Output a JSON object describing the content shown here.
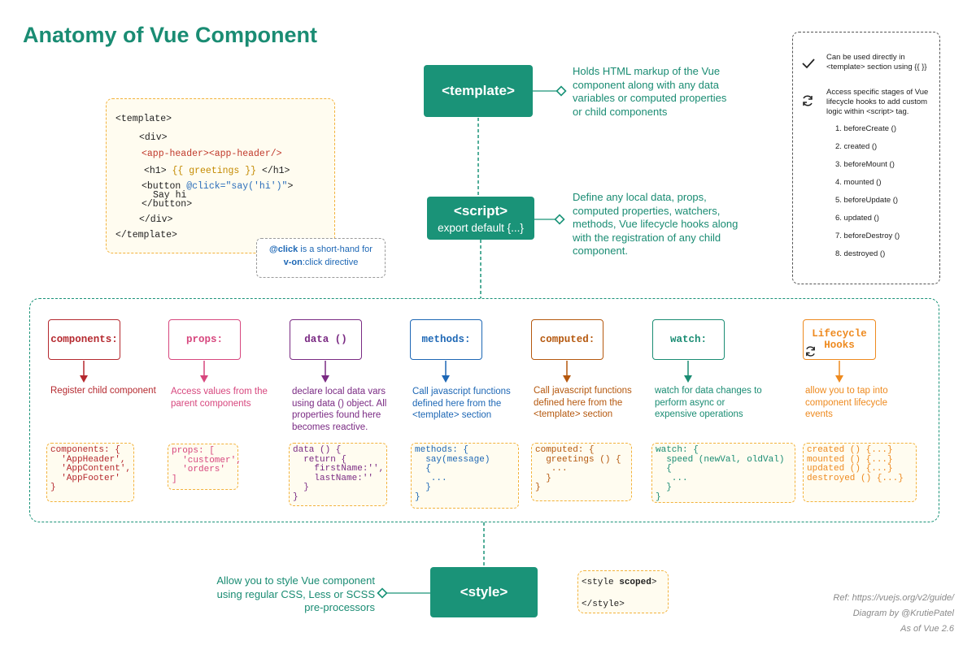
{
  "title": "Anatomy of Vue Component",
  "template_node": {
    "label": "<template>",
    "description": "Holds HTML markup of the Vue component  along with any data variables or computed properties or child components"
  },
  "script_node": {
    "label": "<script>",
    "sublabel": "export default {...}",
    "description": "Define any local data, props, computed properties, watchers, methods, Vue lifecycle hooks along with the registration of any child component."
  },
  "style_node": {
    "label": "<style>",
    "description": "Allow you to style Vue component using regular CSS, Less or SCSS pre-processors"
  },
  "template_code": {
    "l1": "<template>",
    "l2": "<div>",
    "l3": "<app-header><app-header/>",
    "l4a": "<h1> ",
    "l4b": "{{ greetings }}",
    "l4c": " </h1>",
    "l5a": "<button ",
    "l5b": "@click=\"say('hi')\"",
    "l5c": ">",
    "l6": "Say hi",
    "l7": "</button>",
    "l8": "</div>",
    "l9": "</template>"
  },
  "callout": {
    "prefix": "@click",
    "line1_rest": " is a short-hand for",
    "directive": "v-on",
    "line2_rest": ":click directive"
  },
  "legend": {
    "check_text": "Can be used directly in <template> section using {{ }}",
    "lifecycle_text": "Access specific stages of Vue lifecycle hooks to add custom logic within <script> tag.",
    "hooks": [
      "1. beforeCreate ()",
      "2. created ()",
      "3. beforeMount ()",
      "4. mounted ()",
      "5. beforeUpdate ()",
      "6. updated ()",
      "7. beforeDestroy ()",
      "8. destroyed ()"
    ]
  },
  "options": [
    {
      "label": "components:",
      "color": "#b5292f",
      "description": "Register child component",
      "code": "components: {\n  'AppHeader',\n  'AppContent',\n  'AppFooter'\n}"
    },
    {
      "label": "props:",
      "color": "#d7477e",
      "description": "Access values from the parent components",
      "code": "props: [\n  'customer',\n  'orders'\n]"
    },
    {
      "label": "data ()",
      "color": "#7a2a83",
      "description": "declare local data vars using data () object. All properties found here becomes reactive.",
      "code": "data () {\n  return {\n    firstName:'',\n    lastName:''\n  }\n}"
    },
    {
      "label": "methods:",
      "color": "#1d67b5",
      "description": "Call javascript functions defined here from the <template> section",
      "code": "methods: {\n  say(message)\n  {\n   ...\n  }\n}"
    },
    {
      "label": "computed:",
      "color": "#b5580e",
      "description": "Call javascript functions defined here from the <template> section",
      "code": "computed: {\n  greetings () {\n   ...\n  }\n}"
    },
    {
      "label": "watch:",
      "color": "#1a8c73",
      "description": "watch for data changes to perform async or expensive operations",
      "code": "watch: {\n  speed (newVal, oldVal)\n  {\n   ...\n  }\n}"
    },
    {
      "label": "Lifecycle Hooks",
      "color": "#ee8a1f",
      "description": "allow you to tap into component lifecycle events",
      "code": "created () {...}\nmounted () {...}\nupdated () {...}\ndestroyed () {...}"
    }
  ],
  "style_code": {
    "l1a": "<style ",
    "l1b": "scoped",
    "l1c": ">",
    "l2": "</style>"
  },
  "credits": {
    "ref": "Ref: https://vuejs.org/v2/guide/",
    "author": "Diagram by @KrutiePatel",
    "version": "As of Vue 2.6"
  }
}
